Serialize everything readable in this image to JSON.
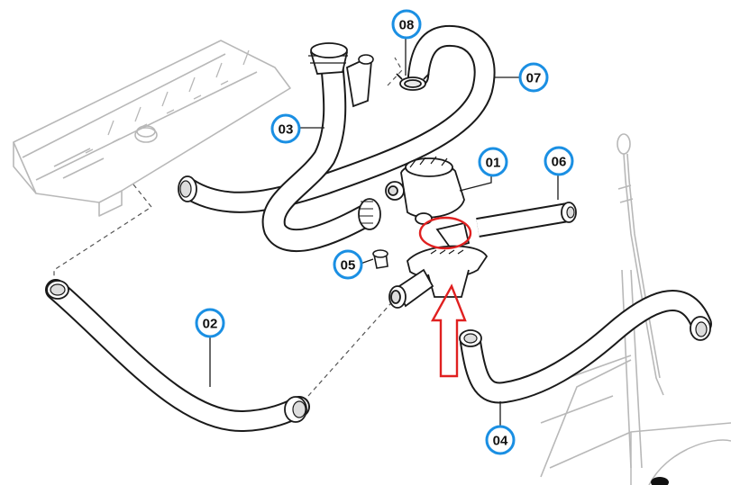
{
  "colors": {
    "badge_ring": "#1a8fe3",
    "badge_fill": "#ffffff",
    "line_art": "#1a1a1a",
    "ghost_art": "#b8b8b8",
    "highlight": "#e02020"
  },
  "callouts": [
    {
      "id": "01",
      "label": "01"
    },
    {
      "id": "02",
      "label": "02"
    },
    {
      "id": "03",
      "label": "03"
    },
    {
      "id": "04",
      "label": "04"
    },
    {
      "id": "05",
      "label": "05"
    },
    {
      "id": "06",
      "label": "06"
    },
    {
      "id": "07",
      "label": "07"
    },
    {
      "id": "08",
      "label": "08"
    }
  ]
}
